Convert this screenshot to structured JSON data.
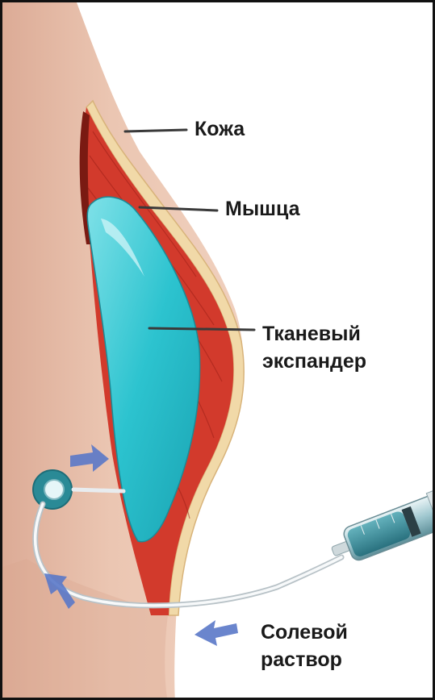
{
  "labels": {
    "skin": "Кожа",
    "muscle": "Мышца",
    "expander_line1": "Тканевый",
    "expander_line2": "экспандер",
    "saline_line1": "Солевой",
    "saline_line2": "раствор"
  },
  "colors": {
    "skin_tone": "#e9c2ae",
    "skin_layer": "#f1d9a8",
    "muscle": "#d23a2c",
    "expander": "#2ec4d0",
    "arrows": "#5a78c8",
    "leader_lines": "#3a3a3a"
  }
}
